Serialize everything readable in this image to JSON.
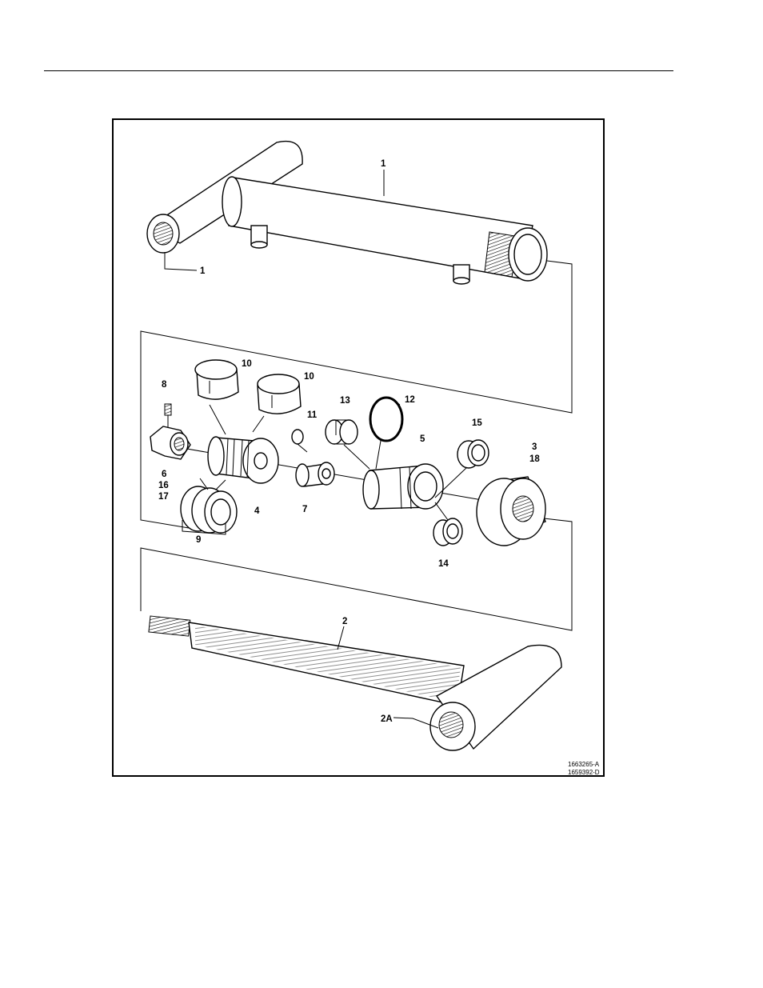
{
  "drawing_codes": [
    "1663265-A",
    "1659392-D"
  ],
  "callouts": {
    "c1_tube": "1",
    "c1_port": "1",
    "c2": "2",
    "c2a": "2A",
    "c3": "3",
    "c18": "18",
    "c4": "4",
    "c5": "5",
    "c6": "6",
    "c16": "16",
    "c17": "17",
    "c7": "7",
    "c8": "8",
    "c9": "9",
    "c10a": "10",
    "c10b": "10",
    "c11": "11",
    "c12": "12",
    "c13": "13",
    "c14": "14",
    "c15": "15"
  }
}
